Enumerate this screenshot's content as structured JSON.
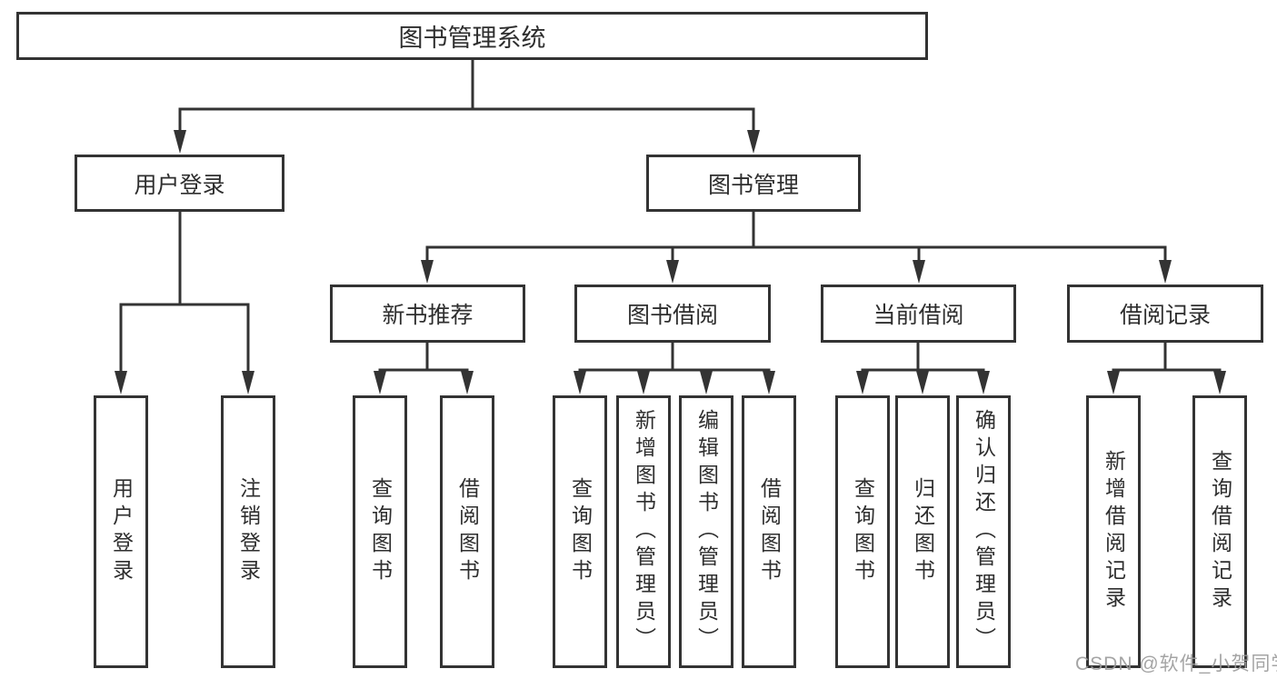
{
  "tree": {
    "root": "图书管理系统",
    "branches": [
      {
        "label": "用户登录",
        "leaves": [
          "用户登录",
          "注销登录"
        ]
      },
      {
        "label": "图书管理",
        "groups": [
          {
            "label": "新书推荐",
            "leaves": [
              "查询图书",
              "借阅图书"
            ]
          },
          {
            "label": "图书借阅",
            "leaves": [
              "查询图书",
              "新增图书（管理员）",
              "编辑图书（管理员）",
              "借阅图书"
            ]
          },
          {
            "label": "当前借阅",
            "leaves": [
              "查询图书",
              "归还图书",
              "确认归还（管理员）"
            ]
          },
          {
            "label": "借阅记录",
            "leaves": [
              "新增借阅记录",
              "查询借阅记录"
            ]
          }
        ]
      }
    ]
  },
  "watermark": "CSDN @软件_小贺同学",
  "colors": {
    "line": "#333333",
    "text": "#2e2e2e",
    "node_bg": "#ffffff",
    "background": "#ffffff",
    "watermark": "#9b9b9b"
  }
}
